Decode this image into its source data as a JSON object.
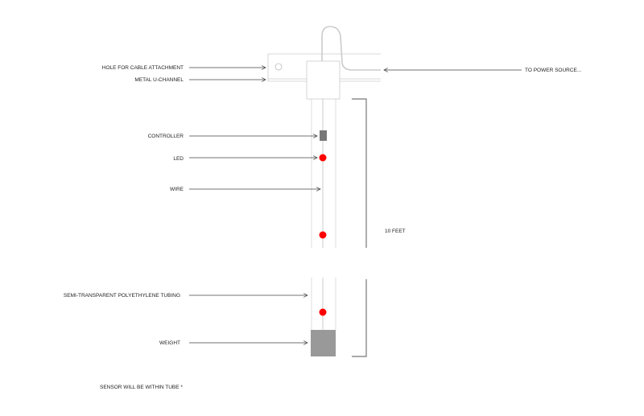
{
  "labels": {
    "hole": "HOLE FOR CABLE ATTACHMENT",
    "channel": "METAL U-CHANNEL",
    "controller": "CONTROLLER",
    "led": "LED",
    "wire": "WIRE",
    "tubing": "SEMI-TRANSPARENT POLYETHYLENE TUBING",
    "weight": "WEIGHT",
    "power": "TO POWER SOURCE...",
    "length": "10 FEET",
    "note": "SENSOR WILL BE WITHIN TUBE *"
  },
  "colors": {
    "led": "#ff0000",
    "controller": "#777777",
    "weight": "#999999",
    "line": "#cccccc"
  }
}
